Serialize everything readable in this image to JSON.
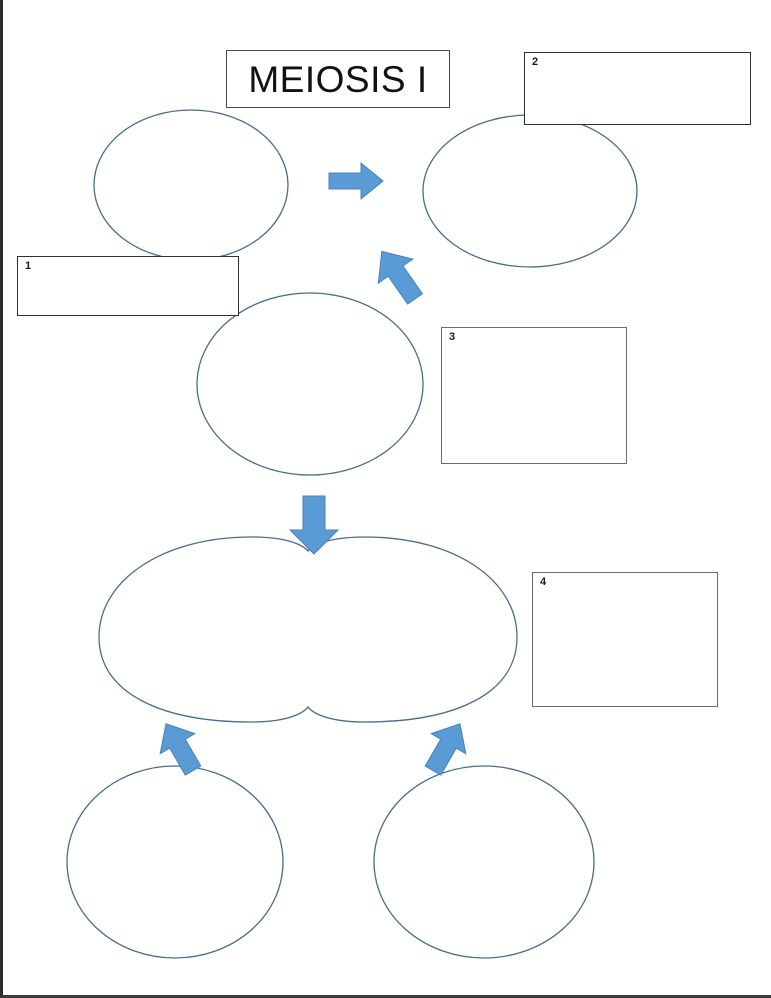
{
  "page": {
    "title": "MEIOSIS I",
    "background_color": "#ffffff",
    "border_color": "#2b2b33"
  },
  "colors": {
    "arrow_fill": "#5B9BD5",
    "arrow_stroke": "#4A82BB",
    "cell_outline": "#4A6B8A",
    "box_border_dark": "#2f2f2f",
    "box_border_gray": "#6b6b6b",
    "text": "#111111"
  },
  "title_box": {
    "label": "MEIOSIS I"
  },
  "answer_boxes": [
    {
      "number": "1",
      "label": "",
      "placeholder": ""
    },
    {
      "number": "2",
      "label": "",
      "placeholder": ""
    },
    {
      "number": "3",
      "label": "",
      "placeholder": ""
    },
    {
      "number": "4",
      "label": "",
      "placeholder": ""
    }
  ],
  "cells": [
    {
      "name": "parent-cell",
      "shape": "circle"
    },
    {
      "name": "prophase-cell",
      "shape": "ellipse"
    },
    {
      "name": "metaphase-cell",
      "shape": "ellipse"
    },
    {
      "name": "anaphase-dividing-cell",
      "shape": "figure-eight"
    },
    {
      "name": "daughter-cell-left",
      "shape": "circle"
    },
    {
      "name": "daughter-cell-right",
      "shape": "circle"
    }
  ],
  "arrows": [
    {
      "name": "arrow-right",
      "direction": "right"
    },
    {
      "name": "arrow-down-left",
      "direction": "down-left"
    },
    {
      "name": "arrow-down",
      "direction": "down"
    },
    {
      "name": "arrow-branch-left",
      "direction": "down-left"
    },
    {
      "name": "arrow-branch-right",
      "direction": "down-right"
    }
  ]
}
